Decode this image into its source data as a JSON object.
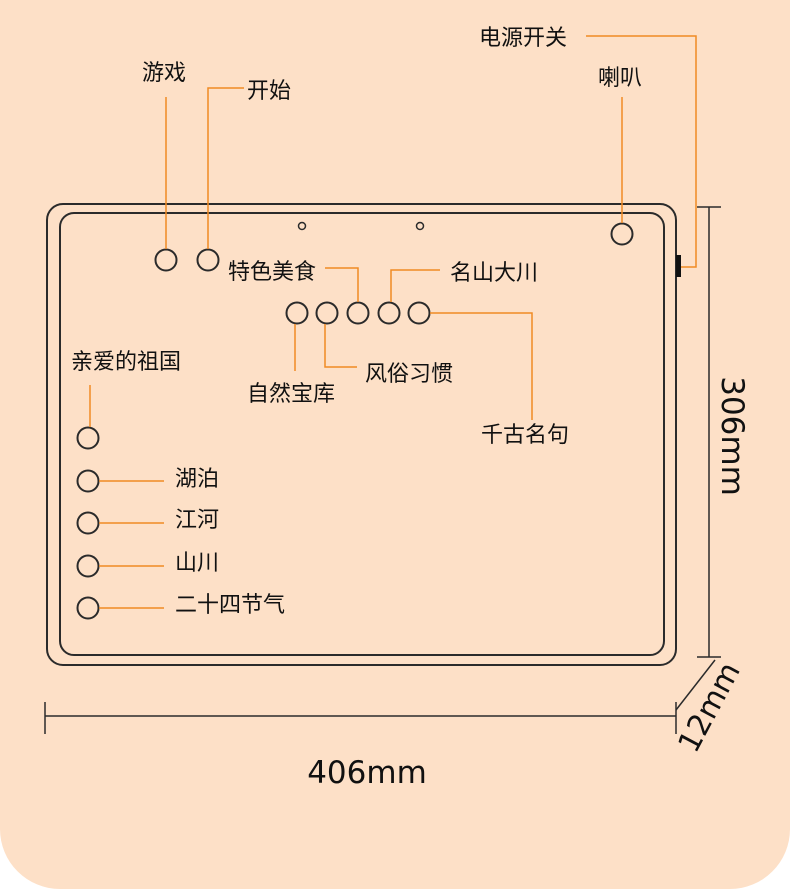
{
  "colors": {
    "background": "#fde0c7",
    "outline": "#2b2b2b",
    "leader": "#f08a24"
  },
  "labels": {
    "power": "电源开关",
    "speaker": "喇叭",
    "game": "游戏",
    "start": "开始",
    "food": "特色美食",
    "mountains_rivers_top": "名山大川",
    "nature": "自然宝库",
    "customs": "风俗习惯",
    "quotes": "千古名句",
    "motherland": "亲爱的祖国",
    "lakes": "湖泊",
    "rivers": "江河",
    "mountains": "山川",
    "solar_terms": "二十四节气"
  },
  "dimensions": {
    "width": "406mm",
    "height": "306mm",
    "depth": "12mm"
  }
}
